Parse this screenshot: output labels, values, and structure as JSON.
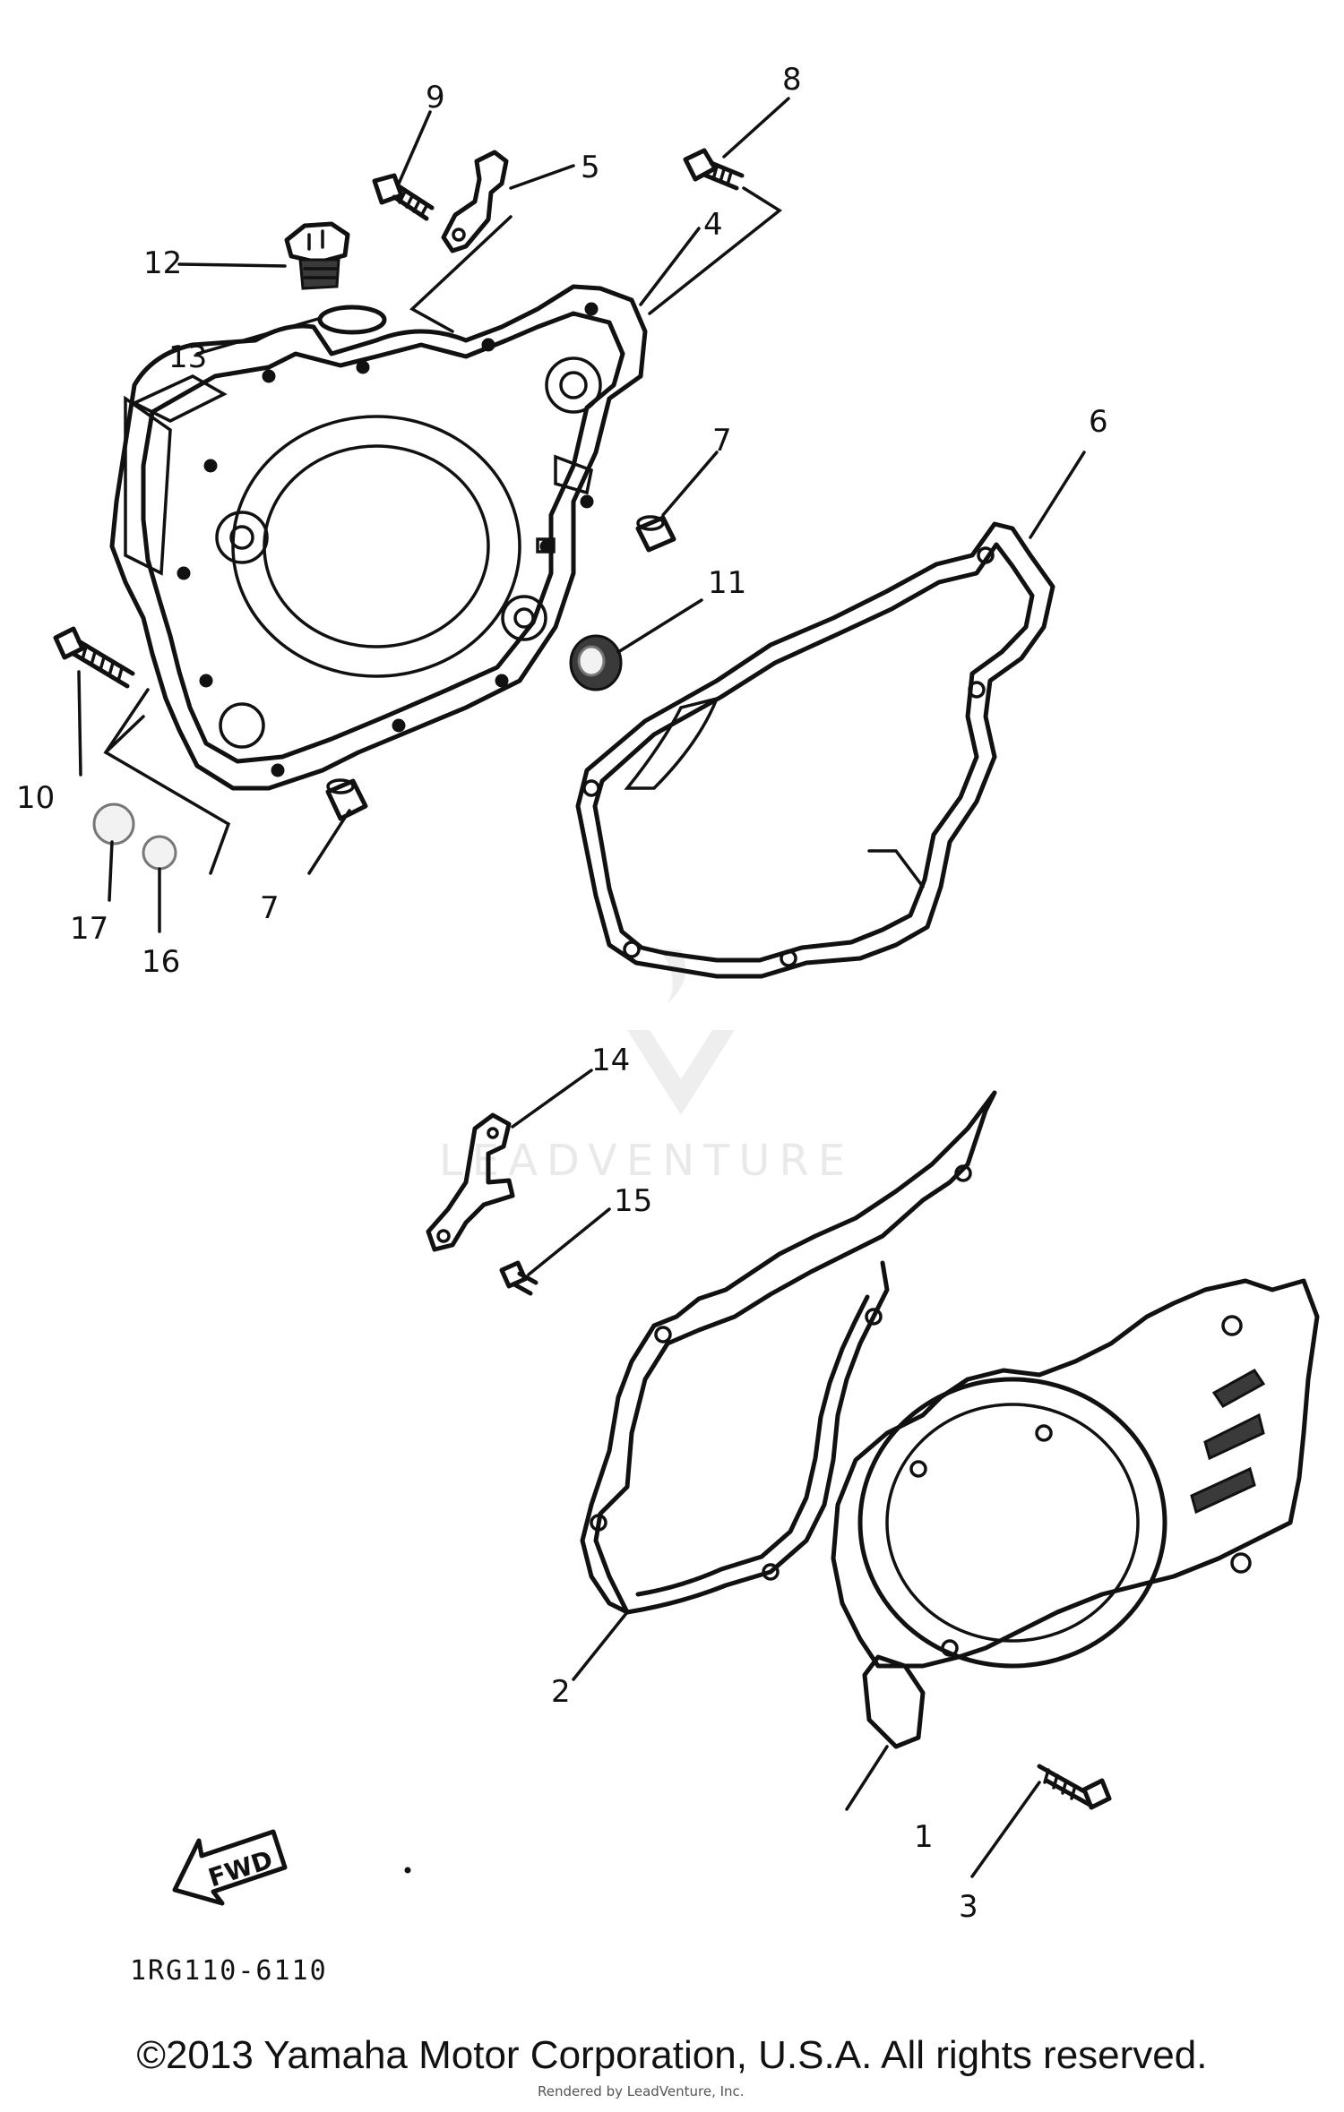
{
  "diagram": {
    "callouts": [
      {
        "id": "1",
        "label": "1"
      },
      {
        "id": "2",
        "label": "2"
      },
      {
        "id": "3",
        "label": "3"
      },
      {
        "id": "4",
        "label": "4"
      },
      {
        "id": "5",
        "label": "5"
      },
      {
        "id": "6",
        "label": "6"
      },
      {
        "id": "7a",
        "label": "7"
      },
      {
        "id": "7b",
        "label": "7"
      },
      {
        "id": "8",
        "label": "8"
      },
      {
        "id": "9",
        "label": "9"
      },
      {
        "id": "10",
        "label": "10"
      },
      {
        "id": "11",
        "label": "11"
      },
      {
        "id": "12",
        "label": "12"
      },
      {
        "id": "13",
        "label": "13"
      },
      {
        "id": "14",
        "label": "14"
      },
      {
        "id": "15",
        "label": "15"
      },
      {
        "id": "16",
        "label": "16"
      },
      {
        "id": "17",
        "label": "17"
      }
    ],
    "fwd_label": "FWD",
    "diagram_code": "1RG110-6110",
    "watermark": "LEADVENTURE",
    "small_credit": "Rendered by LeadVenture, Inc."
  },
  "footer": {
    "copyright": "©2013 Yamaha Motor Corporation, U.S.A. All rights reserved."
  }
}
